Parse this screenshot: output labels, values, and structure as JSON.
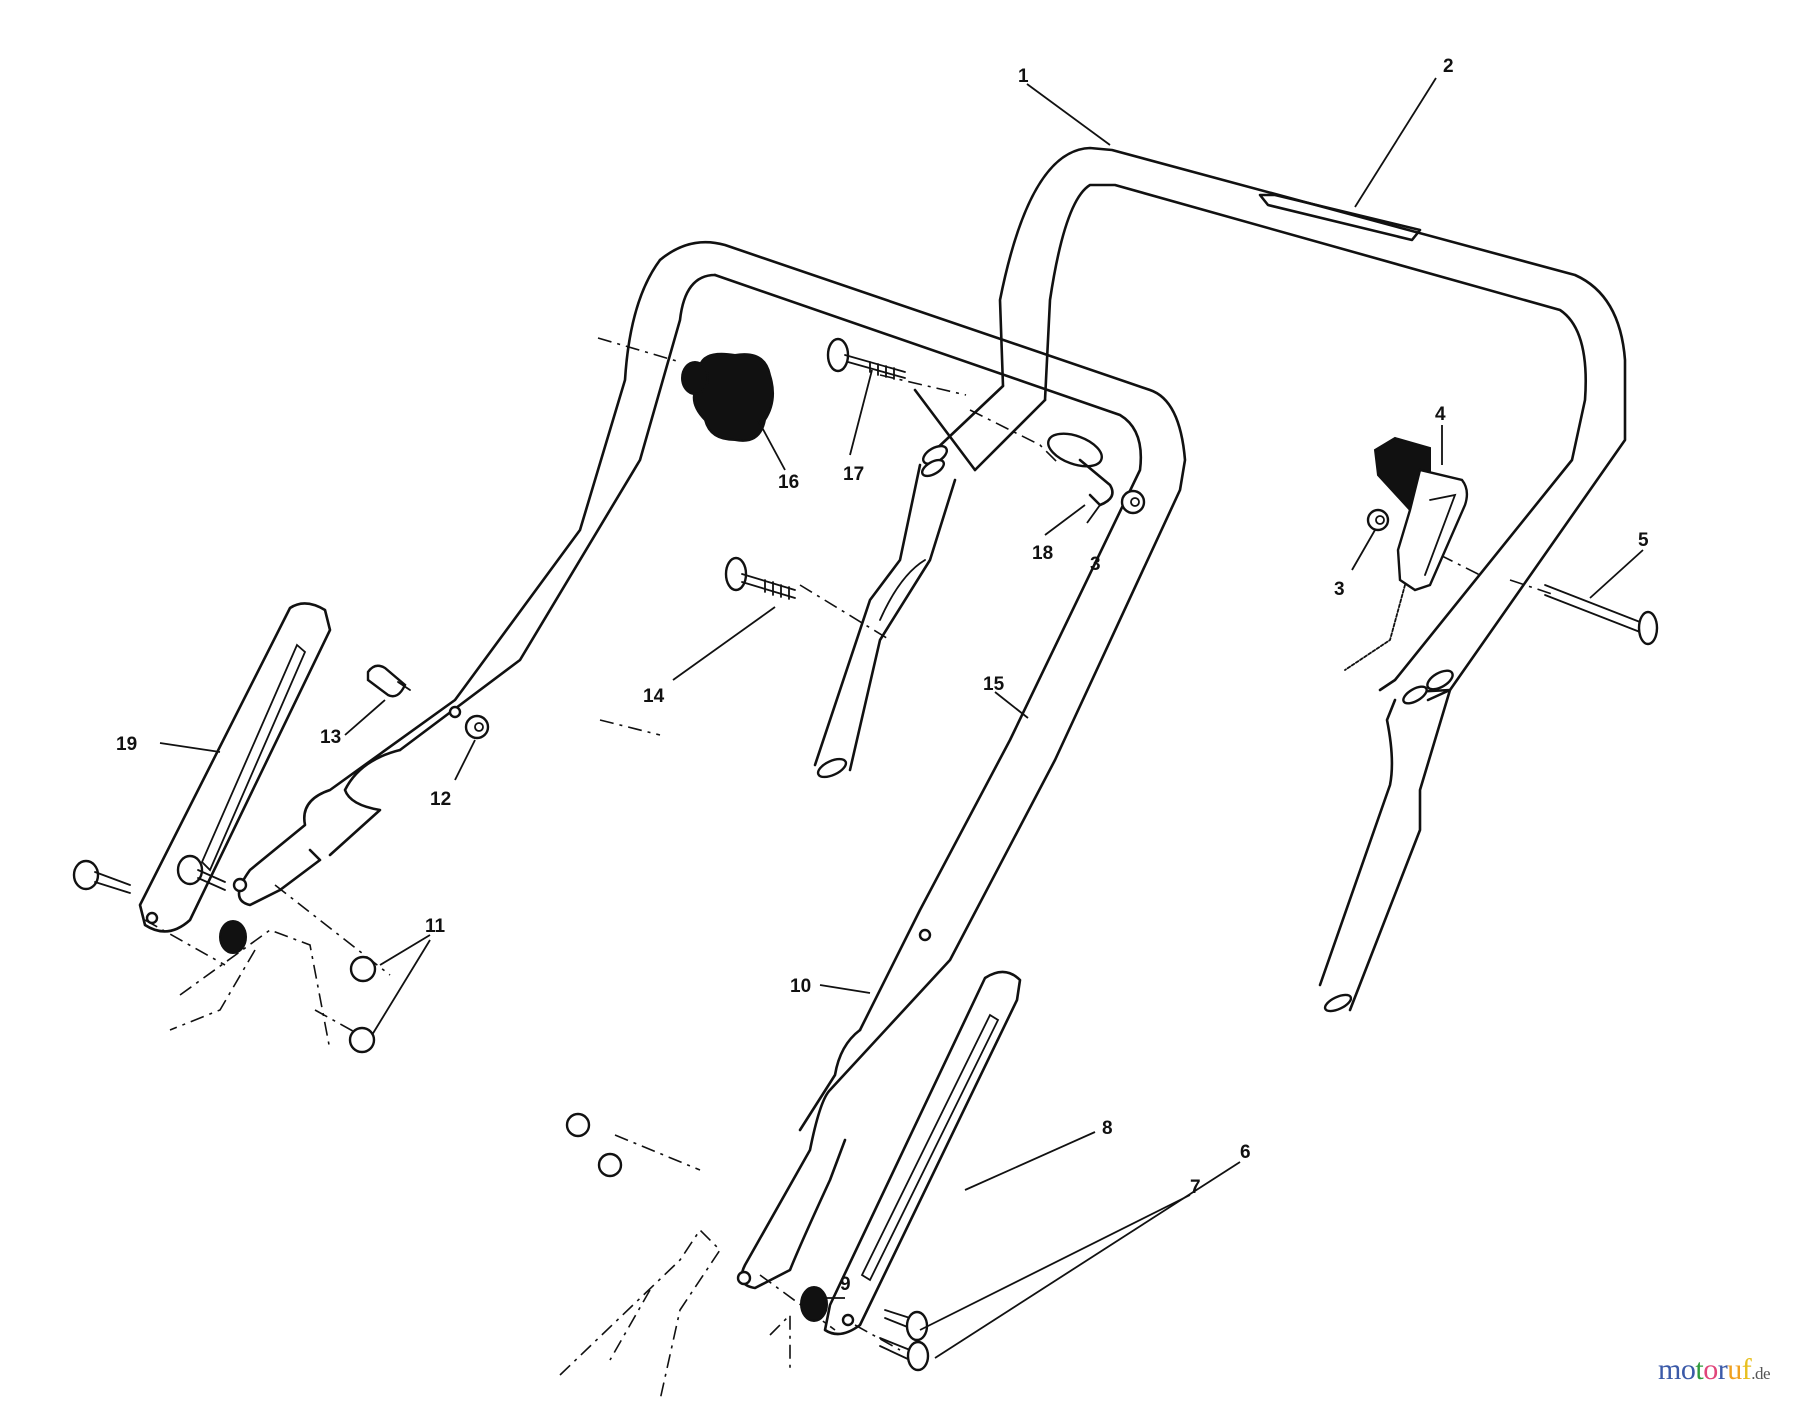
{
  "diagram": {
    "type": "exploded-parts-diagram",
    "subject": "lawn mower handle assembly",
    "callouts": [
      {
        "id": "c1",
        "label": "1",
        "part": "upper handle"
      },
      {
        "id": "c2",
        "label": "2",
        "part": "handle grip / decal"
      },
      {
        "id": "c3a",
        "label": "3",
        "part": "nut (at cable bracket, lower handle)"
      },
      {
        "id": "c3b",
        "label": "3",
        "part": "nut (at throttle control)"
      },
      {
        "id": "c4",
        "label": "4",
        "part": "throttle control"
      },
      {
        "id": "c5",
        "label": "5",
        "part": "carriage bolt"
      },
      {
        "id": "c6",
        "label": "6",
        "part": "bolt"
      },
      {
        "id": "c7",
        "label": "7",
        "part": "bolt"
      },
      {
        "id": "c8",
        "label": "8",
        "part": "height bracket (right)"
      },
      {
        "id": "c9",
        "label": "9",
        "part": "washer / bushing"
      },
      {
        "id": "c10",
        "label": "10",
        "part": "lower handle"
      },
      {
        "id": "c11",
        "label": "11",
        "part": "lock nuts"
      },
      {
        "id": "c12",
        "label": "12",
        "part": "nut"
      },
      {
        "id": "c13",
        "label": "13",
        "part": "pin"
      },
      {
        "id": "c14",
        "label": "14",
        "part": "carriage bolt"
      },
      {
        "id": "c15",
        "label": "15",
        "part": "cable clip"
      },
      {
        "id": "c16",
        "label": "16",
        "part": "handle knob"
      },
      {
        "id": "c17",
        "label": "17",
        "part": "carriage bolt"
      },
      {
        "id": "c18",
        "label": "18",
        "part": "cable guide"
      },
      {
        "id": "c19",
        "label": "19",
        "part": "height bracket (left)"
      }
    ]
  },
  "watermark": {
    "letters": [
      "m",
      "o",
      "t",
      "o",
      "r",
      "u",
      "f"
    ],
    "colors": [
      "#3b5aa8",
      "#3b5aa8",
      "#2e9a3c",
      "#e0457b",
      "#3b5aa8",
      "#f0a020",
      "#e8c020"
    ],
    "suffix": ".de"
  }
}
